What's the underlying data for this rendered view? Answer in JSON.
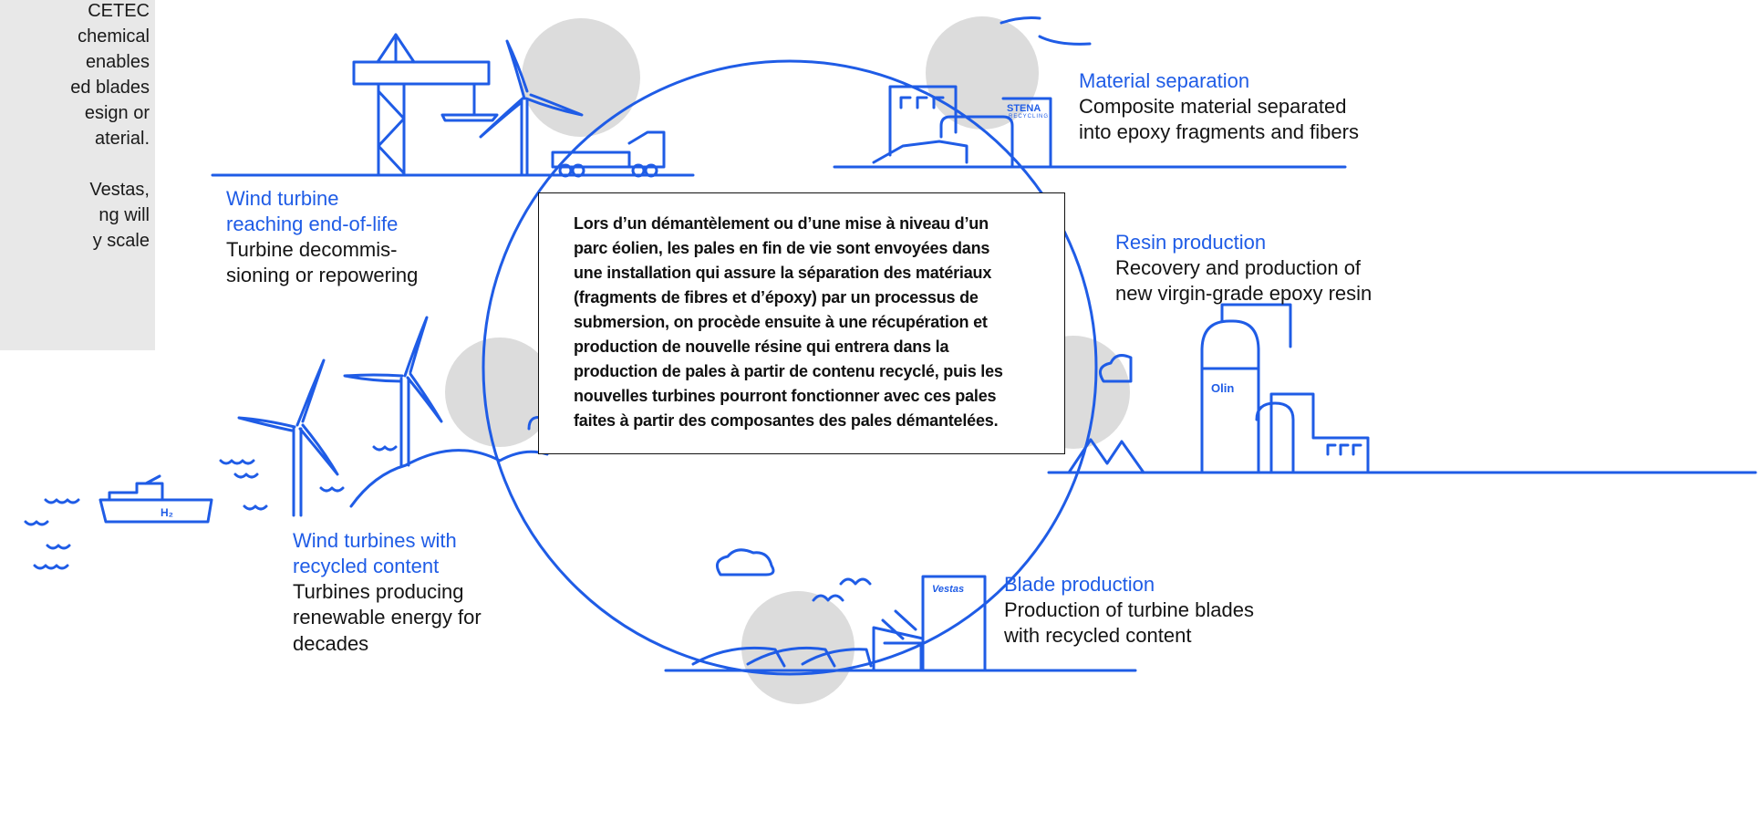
{
  "sidebar_note": {
    "lines": [
      "CETEC",
      "chemical",
      "enables",
      "ed blades",
      "esign or",
      "aterial.",
      "",
      "Vestas,",
      "ng will",
      "y scale"
    ]
  },
  "stages": {
    "end_of_life": {
      "title": [
        "Wind turbine",
        "reaching end-of-life"
      ],
      "desc": [
        "Turbine decommis-",
        "sioning or repowering"
      ]
    },
    "separation": {
      "title": [
        "Material separation"
      ],
      "desc": [
        "Composite material separated",
        "into epoxy fragments and fibers"
      ]
    },
    "resin": {
      "title": [
        "Resin production"
      ],
      "desc": [
        "Recovery and production of",
        "new virgin-grade epoxy resin"
      ]
    },
    "blade": {
      "title": [
        "Blade production"
      ],
      "desc": [
        "Production of turbine blades",
        "with recycled content"
      ]
    },
    "recycled": {
      "title": [
        "Wind turbines with",
        "recycled content"
      ],
      "desc": [
        "Turbines producing",
        "renewable energy for",
        "decades"
      ]
    }
  },
  "french_note": {
    "lines": [
      "Lors d’un démantèlement ou d’une mise à niveau d’un",
      "parc éolien, les pales en fin de vie sont envoyées dans",
      "une installation qui assure la séparation des matériaux",
      "(fragments de fibres et d’époxy) par un processus de",
      "submersion, on procède ensuite à une récupération et",
      "production de nouvelle résine qui entrera dans la",
      "production de pales à partir de contenu recyclé, puis les",
      "nouvelles turbines pourront fonctionner avec ces pales",
      "faites à partir des composantes des pales démantelées."
    ]
  },
  "logos": {
    "stena_top": "STENA",
    "stena_bottom": "RECYCLING",
    "olin": "Olin",
    "vestas": "Vestas",
    "hydrogen": "H₂"
  },
  "colors": {
    "line": "#1f5ce6",
    "circle_fill": "#dcdcdc",
    "sidebox": "#e8e8e8",
    "text": "#141414"
  }
}
